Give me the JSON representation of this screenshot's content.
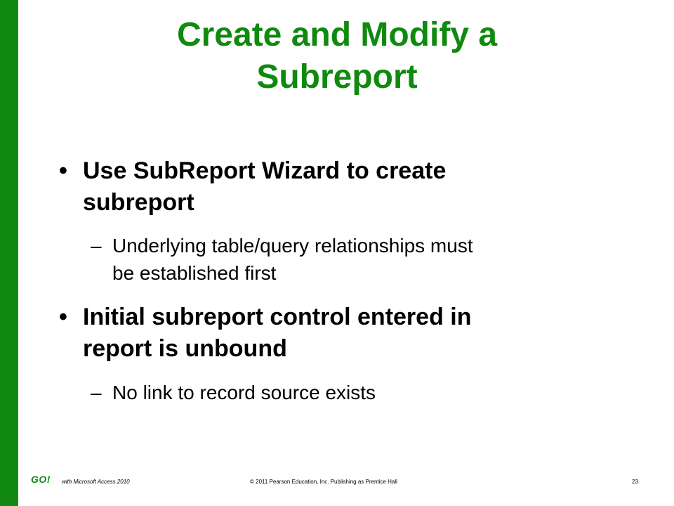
{
  "slide": {
    "title_lines": [
      "Create and Modify a",
      "Subreport"
    ],
    "bullets": [
      {
        "marker": "•",
        "lines": [
          "Use SubReport Wizard to create",
          "subreport"
        ],
        "sub": {
          "marker": "–",
          "lines": [
            "Underlying table/query relationships must",
            "be established first"
          ]
        }
      },
      {
        "marker": "•",
        "lines": [
          "Initial subreport control entered in",
          "report is unbound"
        ],
        "sub": {
          "marker": "–",
          "lines": [
            "No link to record source exists"
          ]
        }
      }
    ]
  },
  "footer": {
    "logo": "GO!",
    "logo_subtitle": "with Microsoft Access 2010",
    "copyright": "© 2011 Pearson Education, Inc. Publishing as Prentice Hall",
    "page_number": "23"
  },
  "colors": {
    "accent_green": "#0f8a0f",
    "bar_green": "#128a12"
  }
}
